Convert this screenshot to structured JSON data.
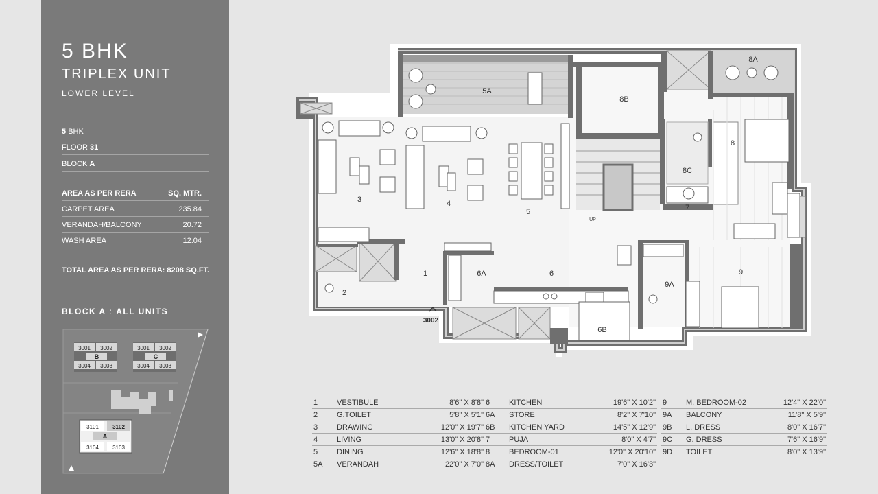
{
  "unit": {
    "title": "5 BHK",
    "subtitle": "TRIPLEX UNIT",
    "level": "LOWER LEVEL"
  },
  "info": [
    {
      "label": "BHK",
      "value": "5",
      "order": "vl"
    },
    {
      "label": "FLOOR",
      "value": "31",
      "order": "lv"
    },
    {
      "label": "BLOCK",
      "value": "A",
      "order": "lv"
    }
  ],
  "area": {
    "header_label": "AREA AS PER RERA",
    "header_unit": "SQ. MTR.",
    "rows": [
      {
        "label": "CARPET AREA",
        "value": "235.84"
      },
      {
        "label": "VERANDAH/BALCONY",
        "value": "20.72"
      },
      {
        "label": "WASH AREA",
        "value": "12.04"
      }
    ],
    "total": "TOTAL AREA AS PER RERA: 8208 SQ.FT."
  },
  "block_heading": {
    "block": "BLOCK A",
    "sep": " : ",
    "units": "ALL UNITS"
  },
  "keyplan": {
    "block_b": {
      "name": "B",
      "units": [
        "3001",
        "3002",
        "3004",
        "3003"
      ]
    },
    "block_c": {
      "name": "C",
      "units": [
        "3001",
        "3002",
        "3004",
        "3003"
      ]
    },
    "block_a": {
      "name": "A",
      "units": [
        "3101",
        "3102",
        "3104",
        "3103"
      ]
    }
  },
  "plan": {
    "unit_number": "3002",
    "up_label": "UP",
    "rooms": [
      "1",
      "2",
      "3",
      "4",
      "5",
      "5A",
      "6",
      "6A",
      "6B",
      "7",
      "8",
      "8A",
      "8B",
      "8C",
      "9",
      "9A"
    ]
  },
  "schedule": [
    [
      {
        "no": "1",
        "name": "VESTIBULE",
        "dim": "8'6\" X 8'8\""
      },
      {
        "no": "2",
        "name": "G.TOILET",
        "dim": "5'8\" X 5'1\""
      },
      {
        "no": "3",
        "name": "DRAWING",
        "dim": "12'0\" X 19'7\""
      },
      {
        "no": "4",
        "name": "LIVING",
        "dim": "13'0\" X 20'8\""
      },
      {
        "no": "5",
        "name": "DINING",
        "dim": "12'6\" X 18'8\""
      },
      {
        "no": "5A",
        "name": "VERANDAH",
        "dim": "22'0\" X 7'0\""
      }
    ],
    [
      {
        "no": "6",
        "name": "KITCHEN",
        "dim": "19'6\" X 10'2\""
      },
      {
        "no": "6A",
        "name": "STORE",
        "dim": "8'2\" X 7'10\""
      },
      {
        "no": "6B",
        "name": "KITCHEN YARD",
        "dim": "14'5\" X 12'9\""
      },
      {
        "no": "7",
        "name": "PUJA",
        "dim": "8'0\" X 4'7\""
      },
      {
        "no": "8",
        "name": "BEDROOM-01",
        "dim": "12'0\" X 20'10\""
      },
      {
        "no": "8A",
        "name": "DRESS/TOILET",
        "dim": "7'0\" X 16'3\""
      }
    ],
    [
      {
        "no": "9",
        "name": "M. BEDROOM-02",
        "dim": "12'4\" X 22'0\""
      },
      {
        "no": "9A",
        "name": "BALCONY",
        "dim": "11'8\" X 5'9\""
      },
      {
        "no": "9B",
        "name": "L. DRESS",
        "dim": "8'0\" X 16'7\""
      },
      {
        "no": "9C",
        "name": "G. DRESS",
        "dim": "7'6\" X 16'9\""
      },
      {
        "no": "9D",
        "name": "TOILET",
        "dim": "8'0\" X 13'9\""
      }
    ]
  ]
}
